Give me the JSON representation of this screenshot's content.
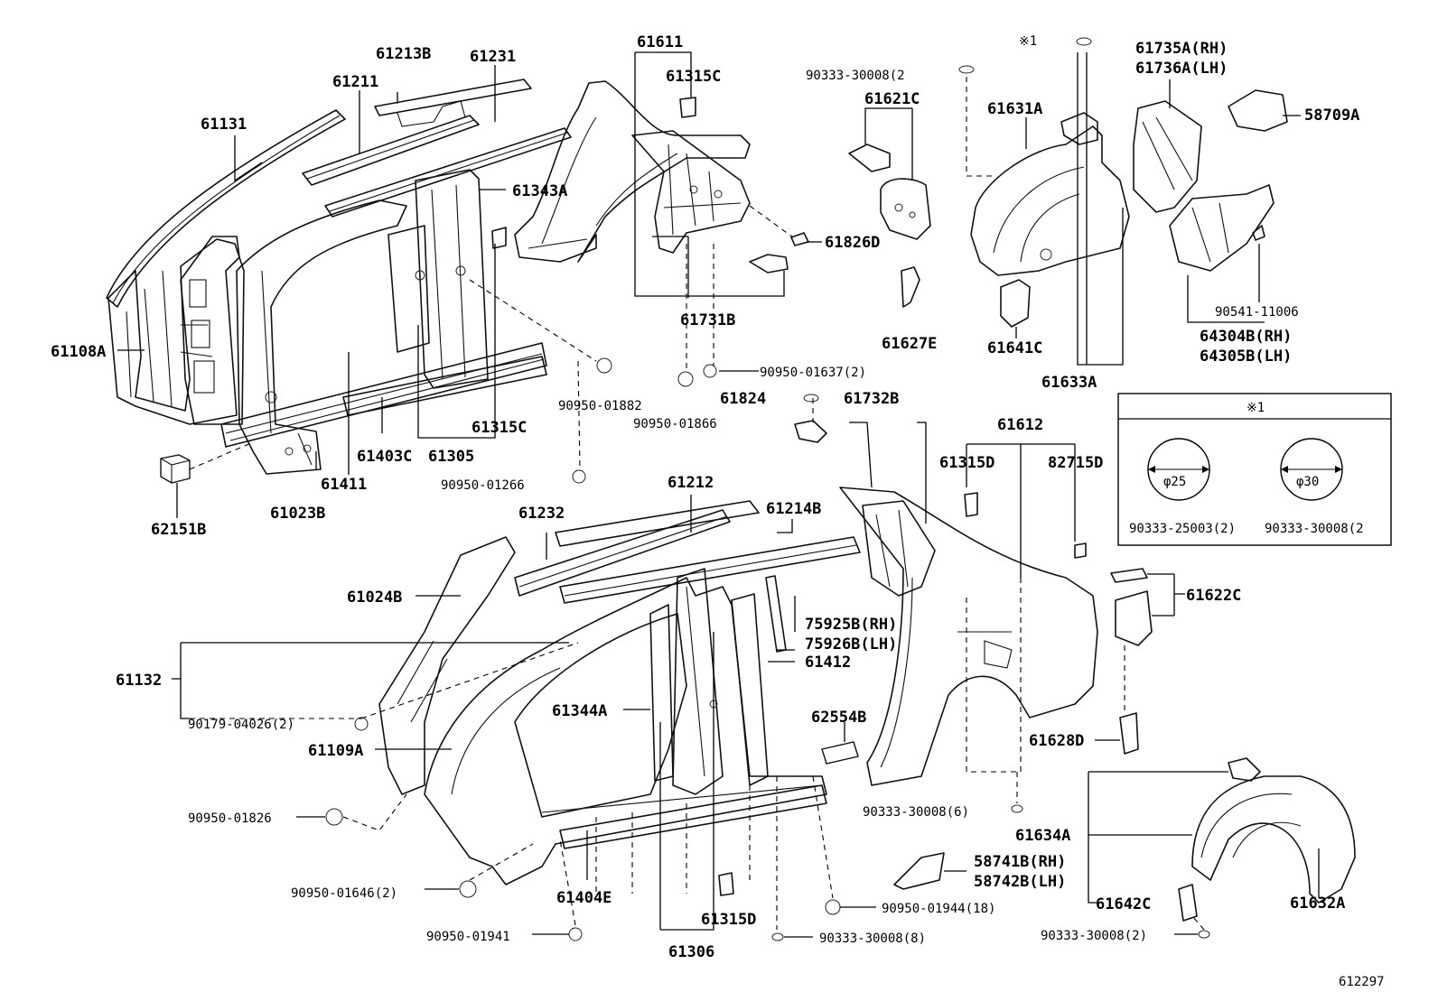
{
  "labels": {
    "p61611": "61611",
    "p61315C_a": "61315C",
    "p61213B": "61213B",
    "p61231": "61231",
    "p61211": "61211",
    "p61131": "61131",
    "p61343A": "61343A",
    "p61108A": "61108A",
    "p62151B": "62151B",
    "p61023B": "61023B",
    "p61411": "61411",
    "p61403C": "61403C",
    "p61305": "61305",
    "p61315C_b": "61315C",
    "p90950_01882": "90950-01882",
    "p90950_01866": "90950-01866",
    "p90950_01266": "90950-01266",
    "p61731B": "61731B",
    "p90950_01637": "90950-01637(2)",
    "p61826D": "61826D",
    "p61824": "61824",
    "p61732B": "61732B",
    "p90333_30008_top": "90333-30008(2",
    "p61621C": "61621C",
    "p61627E": "61627E",
    "p61631A": "61631A",
    "p61641C": "61641C",
    "p61633A": "61633A",
    "pRef1": "※1",
    "p61735A": "61735A(RH)",
    "p61736A": "61736A(LH)",
    "p58709A": "58709A",
    "p90541_11006": "90541-11006",
    "p64304B": "64304B(RH)",
    "p64305B": "64305B(LH)",
    "p61612": "61612",
    "p61315D_a": "61315D",
    "p82715D": "82715D",
    "p61622C": "61622C",
    "p61628D": "61628D",
    "p61212": "61212",
    "p61232": "61232",
    "p61214B": "61214B",
    "p61024B": "61024B",
    "p61132": "61132",
    "p75925B": "75925B(RH)",
    "p75926B": "75926B(LH)",
    "p61412": "61412",
    "p90179_04026": "90179-04026(2)",
    "p61344A": "61344A",
    "p61109A": "61109A",
    "p62554B": "62554B",
    "p90950_01826": "90950-01826",
    "p90950_01646": "90950-01646(2)",
    "p61404E": "61404E",
    "p90950_01941": "90950-01941",
    "p61315D_b": "61315D",
    "p61306": "61306",
    "p90950_01944": "90950-01944(18)",
    "p90333_30008_8": "90333-30008(8)",
    "p90333_30008_6": "90333-30008(6)",
    "p58741B": "58741B(RH)",
    "p58742B": "58742B(LH)",
    "p61634A": "61634A",
    "p61642C": "61642C",
    "p61632A": "61632A",
    "p90333_30008_br": "90333-30008(2)",
    "diagram_id": "612297"
  },
  "inset": {
    "title": "※1",
    "left_diameter": "φ25",
    "right_diameter": "φ30",
    "left_part": "90333-25003(2)",
    "right_part": "90333-30008(2"
  }
}
